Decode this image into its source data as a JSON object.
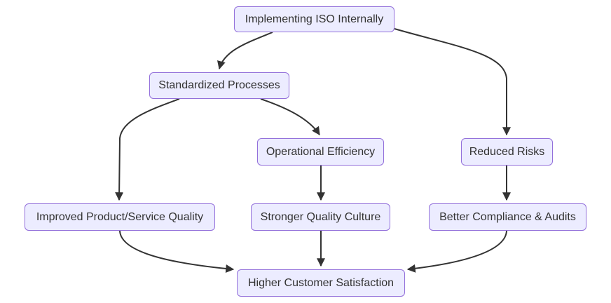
{
  "diagram": {
    "type": "flowchart",
    "direction": "top-down",
    "background": "#ffffff",
    "node_style": {
      "fill": "#ECECFF",
      "border": "#9370DB",
      "text_color": "#333333"
    },
    "edge_style": {
      "color": "#333333",
      "arrowhead": "filled-triangle"
    },
    "nodes": [
      {
        "id": "implementing-iso-internally",
        "label": "Implementing ISO Internally"
      },
      {
        "id": "standardized-processes",
        "label": "Standardized Processes"
      },
      {
        "id": "operational-efficiency",
        "label": "Operational Efficiency"
      },
      {
        "id": "reduced-risks",
        "label": "Reduced Risks"
      },
      {
        "id": "improved-product-service-quality",
        "label": "Improved Product/Service Quality"
      },
      {
        "id": "stronger-quality-culture",
        "label": "Stronger Quality Culture"
      },
      {
        "id": "better-compliance-audits",
        "label": "Better Compliance & Audits"
      },
      {
        "id": "higher-customer-satisfaction",
        "label": "Higher Customer Satisfaction"
      }
    ],
    "edges": [
      {
        "from": "implementing-iso-internally",
        "to": "standardized-processes"
      },
      {
        "from": "implementing-iso-internally",
        "to": "reduced-risks"
      },
      {
        "from": "standardized-processes",
        "to": "improved-product-service-quality"
      },
      {
        "from": "standardized-processes",
        "to": "operational-efficiency"
      },
      {
        "from": "operational-efficiency",
        "to": "stronger-quality-culture"
      },
      {
        "from": "reduced-risks",
        "to": "better-compliance-audits"
      },
      {
        "from": "improved-product-service-quality",
        "to": "higher-customer-satisfaction"
      },
      {
        "from": "stronger-quality-culture",
        "to": "higher-customer-satisfaction"
      },
      {
        "from": "better-compliance-audits",
        "to": "higher-customer-satisfaction"
      }
    ]
  }
}
